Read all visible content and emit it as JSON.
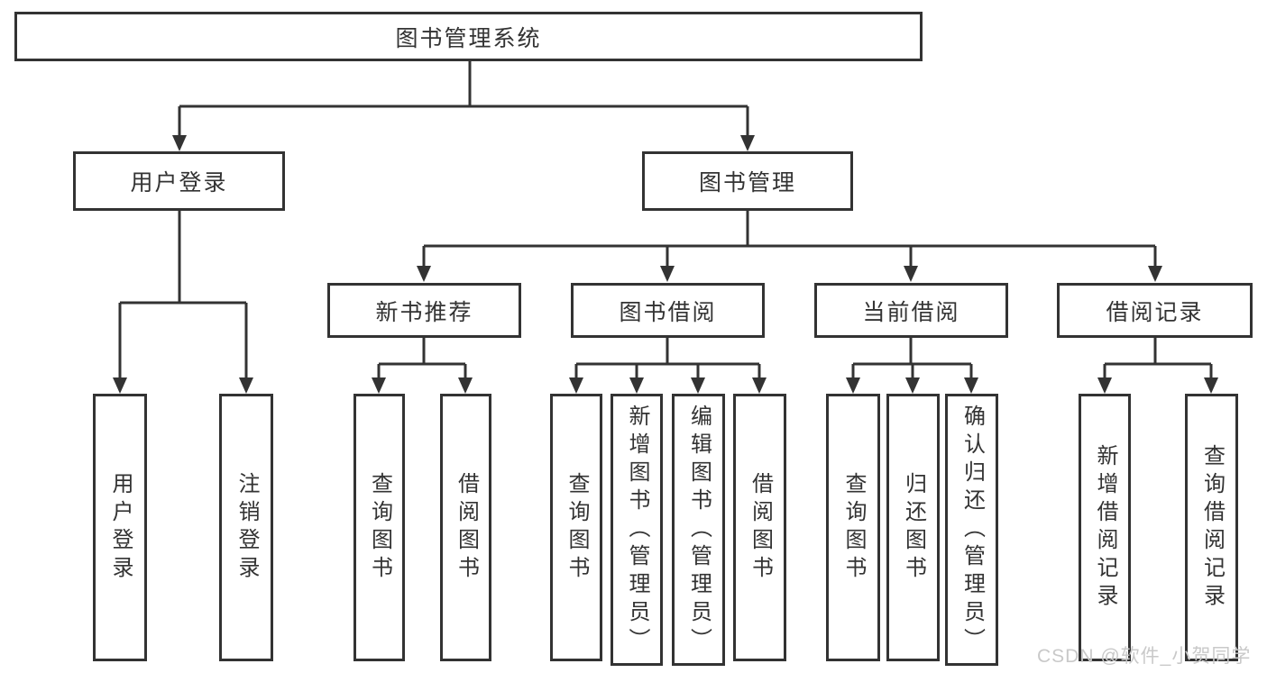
{
  "diagram": {
    "type": "tree",
    "title": "图书管理系统",
    "colors": {
      "line": "#333333",
      "border": "#333333",
      "text": "#333333",
      "background": "#ffffff",
      "watermark": "#c9c9c9"
    },
    "nodes": {
      "root": {
        "label": "图书管理系统"
      },
      "user_login": {
        "label": "用户登录"
      },
      "book_mgmt": {
        "label": "图书管理"
      },
      "new_book_rec": {
        "label": "新书推荐"
      },
      "book_borrow": {
        "label": "图书借阅"
      },
      "current_borrow": {
        "label": "当前借阅"
      },
      "borrow_record": {
        "label": "借阅记录"
      },
      "leaf_user_login": {
        "label": "用户登录"
      },
      "leaf_logout": {
        "label": "注销登录"
      },
      "leaf_query_book_1": {
        "label": "查询图书"
      },
      "leaf_borrow_book_1": {
        "label": "借阅图书"
      },
      "leaf_query_book_2": {
        "label": "查询图书"
      },
      "leaf_add_book": {
        "label": "新增图书（管理员）"
      },
      "leaf_edit_book": {
        "label": "编辑图书（管理员）"
      },
      "leaf_borrow_book_2": {
        "label": "借阅图书"
      },
      "leaf_query_book_3": {
        "label": "查询图书"
      },
      "leaf_return_book": {
        "label": "归还图书"
      },
      "leaf_confirm_return": {
        "label": "确认归还（管理员）"
      },
      "leaf_add_record": {
        "label": "新增借阅记录"
      },
      "leaf_query_record": {
        "label": "查询借阅记录"
      }
    },
    "edges": [
      [
        "root",
        "user_login"
      ],
      [
        "root",
        "book_mgmt"
      ],
      [
        "user_login",
        "leaf_user_login"
      ],
      [
        "user_login",
        "leaf_logout"
      ],
      [
        "book_mgmt",
        "new_book_rec"
      ],
      [
        "book_mgmt",
        "book_borrow"
      ],
      [
        "book_mgmt",
        "current_borrow"
      ],
      [
        "book_mgmt",
        "borrow_record"
      ],
      [
        "new_book_rec",
        "leaf_query_book_1"
      ],
      [
        "new_book_rec",
        "leaf_borrow_book_1"
      ],
      [
        "book_borrow",
        "leaf_query_book_2"
      ],
      [
        "book_borrow",
        "leaf_add_book"
      ],
      [
        "book_borrow",
        "leaf_edit_book"
      ],
      [
        "book_borrow",
        "leaf_borrow_book_2"
      ],
      [
        "current_borrow",
        "leaf_query_book_3"
      ],
      [
        "current_borrow",
        "leaf_return_book"
      ],
      [
        "current_borrow",
        "leaf_confirm_return"
      ],
      [
        "borrow_record",
        "leaf_add_record"
      ],
      [
        "borrow_record",
        "leaf_query_record"
      ]
    ],
    "watermark": "CSDN @软件_小贺同学"
  }
}
